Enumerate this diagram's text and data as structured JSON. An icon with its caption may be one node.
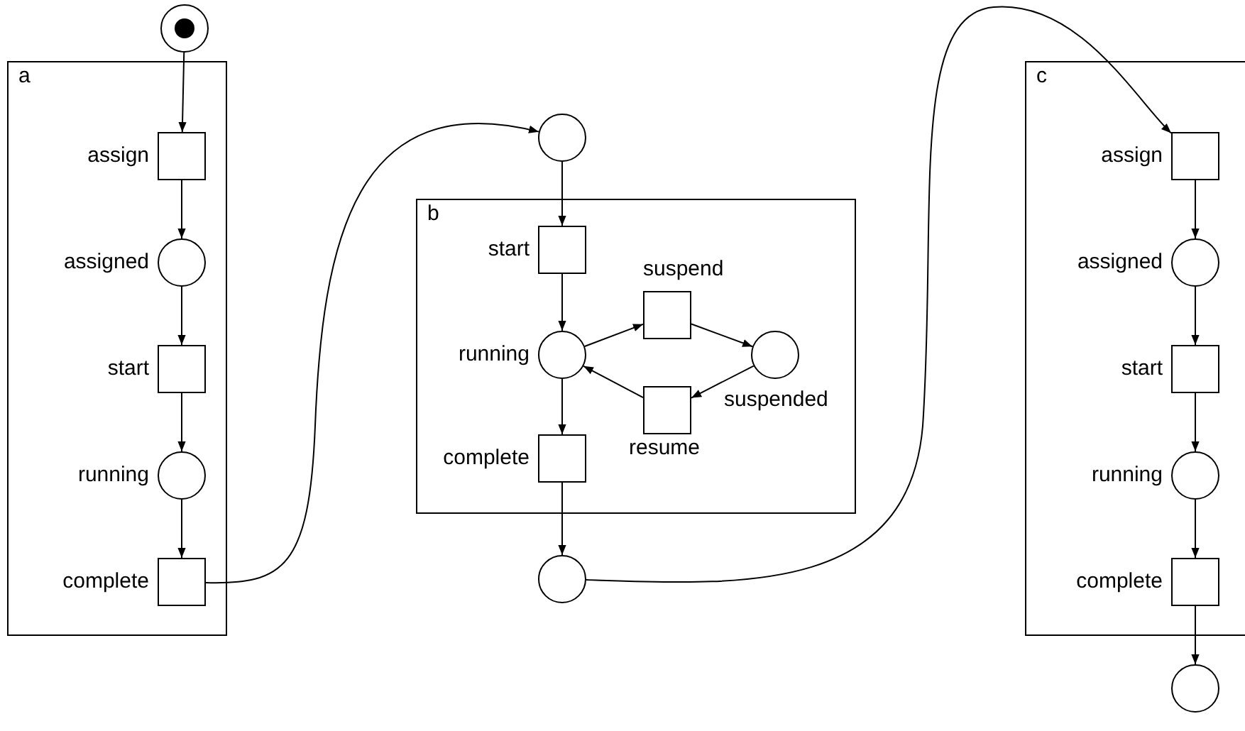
{
  "diagram": {
    "nodes": [
      {
        "text": [],
        "shape": "circle"
      },
      {
        "text": [
          "a"
        ]
      },
      {
        "text": [],
        "shape": "box",
        "beside": [
          "assign"
        ],
        "in": 1
      },
      {
        "text": [],
        "shape": "circle",
        "beside": [
          "assigned"
        ],
        "in": 1
      },
      {
        "text": [],
        "shape": "box",
        "beside": [
          "start"
        ],
        "in": 1
      },
      {
        "text": [],
        "shape": "circle",
        "beside": [
          "running"
        ],
        "in": 1
      },
      {
        "text": [],
        "shape": "box",
        "beside": [
          "complete"
        ],
        "in": 1
      },
      {
        "text": [],
        "shape": "circle"
      },
      {
        "text": [
          "b"
        ]
      },
      {
        "text": [],
        "shape": "box",
        "beside": [
          "start"
        ],
        "in": 8
      },
      {
        "text": [],
        "shape": "circle",
        "beside": [
          "running"
        ],
        "in": 8
      },
      {
        "text": [],
        "shape": "box",
        "beside": [
          "suspend"
        ],
        "in": 8
      },
      {
        "text": [],
        "shape": "circle",
        "beside": [
          "suspended"
        ],
        "in": 8
      },
      {
        "text": [],
        "shape": "box",
        "beside": [
          "resume"
        ],
        "in": 8
      },
      {
        "text": [],
        "shape": "box",
        "beside": [
          "complete"
        ],
        "in": 8
      },
      {
        "text": [],
        "shape": "circle"
      },
      {
        "text": [
          "c"
        ]
      },
      {
        "text": [],
        "shape": "box",
        "beside": [
          "assign"
        ],
        "in": 16
      },
      {
        "text": [],
        "shape": "circle",
        "beside": [
          "assigned"
        ],
        "in": 16
      },
      {
        "text": [],
        "shape": "box",
        "beside": [
          "start"
        ],
        "in": 16
      },
      {
        "text": [],
        "shape": "circle",
        "beside": [
          "running"
        ],
        "in": 16
      },
      {
        "text": [],
        "shape": "box",
        "beside": [
          "complete"
        ],
        "in": 16
      },
      {
        "text": [],
        "shape": "circle"
      }
    ],
    "edges": [
      {
        "from": 0,
        "to": 2,
        "arrow": "to"
      },
      {
        "from": 2,
        "to": 3,
        "arrow": "to"
      },
      {
        "from": 3,
        "to": 4,
        "arrow": "to"
      },
      {
        "from": 4,
        "to": 5,
        "arrow": "to"
      },
      {
        "from": 5,
        "to": 6,
        "arrow": "to"
      },
      {
        "from": 6,
        "to": 7,
        "arrow": "to"
      },
      {
        "from": 7,
        "to": 9,
        "arrow": "to"
      },
      {
        "from": 9,
        "to": 10,
        "arrow": "to"
      },
      {
        "from": 10,
        "to": 11,
        "arrow": "to"
      },
      {
        "from": 11,
        "to": 12,
        "arrow": "to"
      },
      {
        "from": 12,
        "to": 13,
        "arrow": "to"
      },
      {
        "from": 13,
        "to": 10,
        "arrow": "to"
      },
      {
        "from": 10,
        "to": 14,
        "arrow": "to"
      },
      {
        "from": 14,
        "to": 15,
        "arrow": "to"
      },
      {
        "from": 15,
        "to": 17,
        "arrow": "to"
      },
      {
        "from": 17,
        "to": 18,
        "arrow": "to"
      },
      {
        "from": 18,
        "to": 19,
        "arrow": "to"
      },
      {
        "from": 19,
        "to": 20,
        "arrow": "to"
      },
      {
        "from": 20,
        "to": 21,
        "arrow": "to"
      },
      {
        "from": 21,
        "to": 22,
        "arrow": "to"
      }
    ]
  }
}
